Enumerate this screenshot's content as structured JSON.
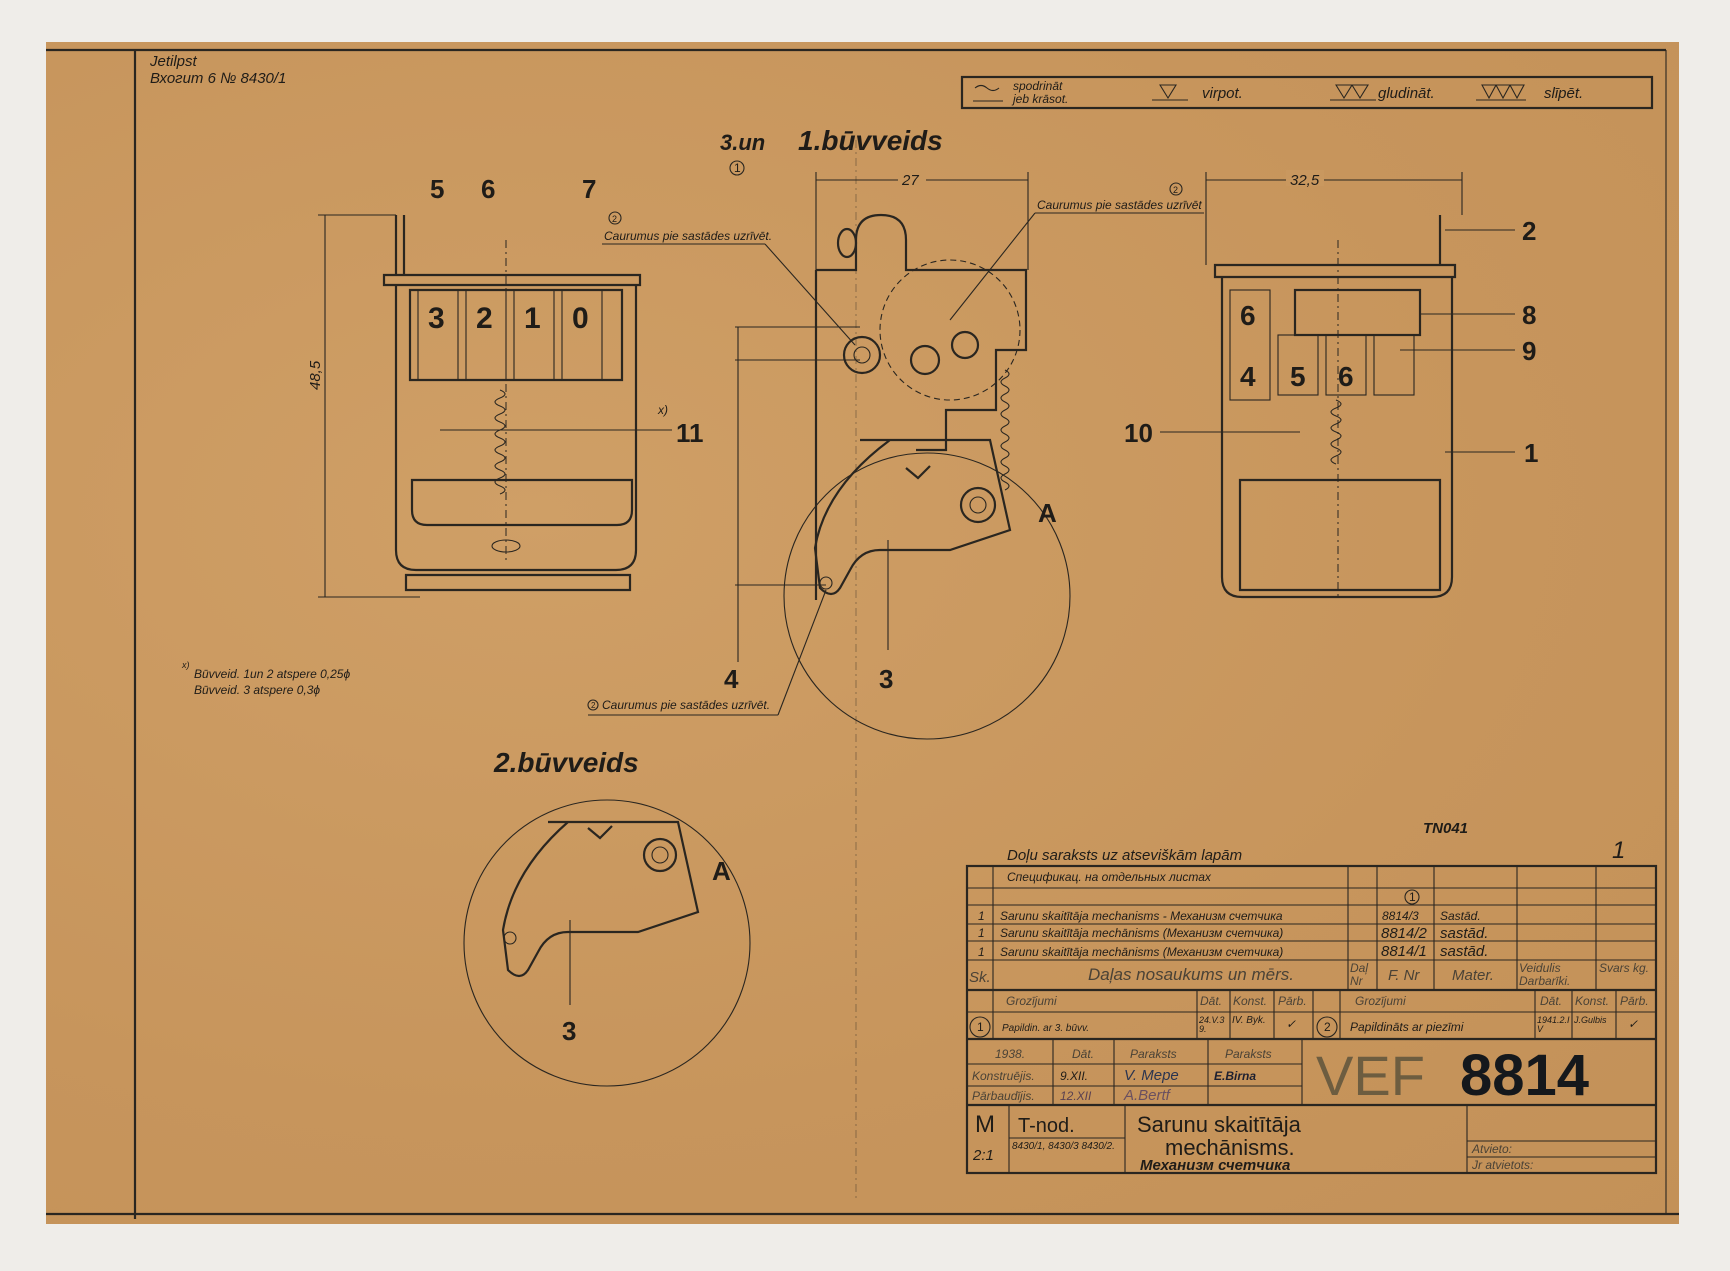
{
  "stamp": {
    "line1": "Jetilpst",
    "line2": "Вхогum 6 № 8430/1"
  },
  "legend": [
    {
      "icon": "finish-wave-symbol",
      "label1": "spodrināt",
      "label2": "jeb krāsot."
    },
    {
      "icon": "finish-one-triangle-symbol",
      "label1": "virpot.",
      "label2": ""
    },
    {
      "icon": "finish-two-triangle-symbol",
      "label1": "gludināt.",
      "label2": ""
    },
    {
      "icon": "finish-three-triangle-symbol",
      "label1": "slīpēt.",
      "label2": ""
    }
  ],
  "headings": {
    "variant13_prefix": "3.un",
    "variant1": "1.būvveids",
    "variant2": "2.būvveids",
    "rev1_mark": "1",
    "rev2_mark": "2"
  },
  "dimensions": {
    "height": "48,5",
    "width_mid": "27",
    "width_right": "32,5"
  },
  "callouts": {
    "c1": "1",
    "c2": "2",
    "c3": "3",
    "c3b": "3",
    "c4": "4",
    "c5": "5",
    "c6": "6",
    "c7": "7",
    "c8": "8",
    "c9": "9",
    "c10": "10",
    "c11": "11",
    "detail_a": "A",
    "detail_a2": "A"
  },
  "notes": {
    "holes": "Caurumus pie sastādes uzrīvēt.",
    "holes_b": "Caurumus pie sastādes uzrīvēt",
    "holes_c": "Caurumus pie sastādes uzrīvēt.",
    "footnote_mark": "x)",
    "spring1": "Būvveid. 1un 2   atspere 0,25ϕ",
    "spring2": "Būvveid. 3        atspere 0,3ϕ",
    "counter_digits_left": [
      "3",
      "2",
      "1",
      "0"
    ],
    "tn": "TN041",
    "sheet_no": "1"
  },
  "parts_list": {
    "title_lv": "Doļu saraksts uz atseviškām lapām",
    "title_ru": "Спецификац. на отдельных листах",
    "rev_mark": "1",
    "rows": [
      {
        "qty": "1",
        "name": "Sarunu skaitītāja  mechanisms - Механизм счетчика",
        "fnr": "8814/3",
        "mater": "Sastād."
      },
      {
        "qty": "1",
        "name": "Sarunu skaitītāja mechānisms  (Механизм счетчика)",
        "fnr": "8814/2",
        "mater": "sastād."
      },
      {
        "qty": "1",
        "name": "Sarunu skaitītāja mechānisms  (Механизм счетчика)",
        "fnr": "8814/1",
        "mater": "sastād."
      }
    ],
    "headers": {
      "sk": "Sk.",
      "name": "Daļas nosaukums un mērs.",
      "dal": "Daļ Nr",
      "fnr": "F. Nr",
      "mater": "Mater.",
      "veidulis": "Veidulis Darbarīki.",
      "svars": "Svars kg."
    }
  },
  "revisions": {
    "header": {
      "label": "Grozījumi",
      "dat": "Dāt.",
      "konst": "Konst.",
      "parb": "Pārb."
    },
    "items": [
      {
        "no": "1",
        "text": "Papildin. ar 3. būvv.",
        "date": "24.V.39.",
        "konst": "IV. Byk.",
        "parb": "✓"
      },
      {
        "no": "2",
        "text": "Papildināts ar piezīmi",
        "date": "1941.2.IV",
        "konst": "J.Gulbis",
        "parb": "✓"
      }
    ]
  },
  "approval": {
    "year": "1938.",
    "dat": "Dāt.",
    "paraksts": "Paraksts",
    "paraksts2": "Paraksts",
    "konstruejis": "Konstruējis.",
    "konst_date": "9.XII.",
    "konst_sig": "V. Mepe",
    "konst_sig2": "E.Birna",
    "parbaudijis": "Pārbaudījis.",
    "parb_date": "12.XII",
    "parb_sig": "A.Bertf"
  },
  "drawing_no": {
    "prefix": "VEF",
    "number": "8814"
  },
  "footer": {
    "m_label": "M",
    "scale": "2:1",
    "tnod_label": "T-nod.",
    "tnod_values": "8430/1, 8430/3  8430/2.",
    "title_lv1": "Sarunu skaitītāja",
    "title_lv2": "mechānisms.",
    "title_ru": "Механизм счетчика",
    "atvieto": "Atvieto:",
    "jr_atvietots": "Jr atvietots:"
  }
}
